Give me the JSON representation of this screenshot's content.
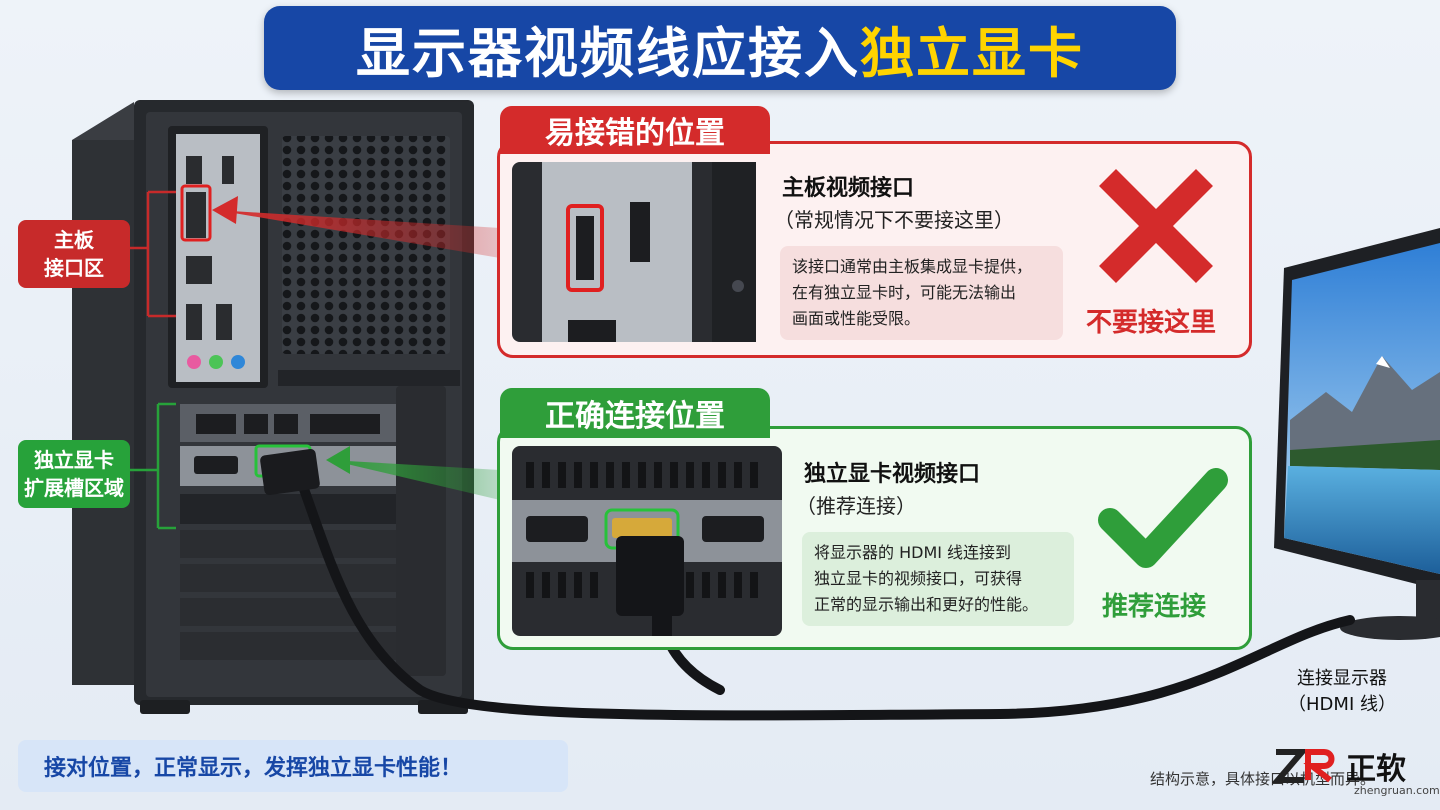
{
  "title": {
    "main": "显示器视频线应接入",
    "highlight": "独立显卡"
  },
  "side_labels": {
    "motherboard": [
      "主板",
      "接口区"
    ],
    "gpu": [
      "独立显卡",
      "扩展槽区域"
    ]
  },
  "wrong_panel": {
    "tab": "易接错的位置",
    "title": "主板视频接口",
    "subtitle": "（常规情况下不要接这里）",
    "desc": [
      "该接口通常由主板集成显卡提供，",
      "在有独立显卡时，可能无法输出",
      "画面或性能受限。"
    ],
    "verdict": "不要接这里"
  },
  "right_panel": {
    "tab": "正确连接位置",
    "title": "独立显卡视频接口",
    "subtitle": "（推荐连接）",
    "desc": [
      "将显示器的 HDMI 线连接到",
      "独立显卡的视频接口，可获得",
      "正常的显示输出和更好的性能。"
    ],
    "verdict": "推荐连接"
  },
  "monitor_caption": [
    "连接显示器",
    "（HDMI 线）"
  ],
  "bottom_slogan": "接对位置，正常显示，发挥独立显卡性能！",
  "footnote": "结构示意，具体接口以机型而异。",
  "brand": {
    "name": "正软",
    "url": "zhengruan.com"
  },
  "colors": {
    "title_bg": "#1747a6",
    "highlight": "#ffd400",
    "wrong": "#d42b2b",
    "right": "#2f9e3a"
  }
}
